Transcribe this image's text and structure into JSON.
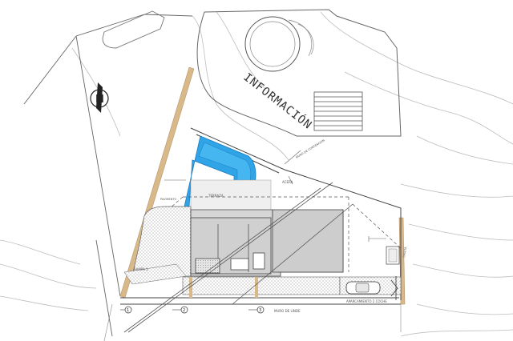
{
  "plan": {
    "information_label": "INFORMACIÓN",
    "north_symbol": "N",
    "compass_icon": "north-arrow-icon",
    "colors": {
      "pool_fill": "#2fa4e7",
      "pool_edge": "#1e7bc0",
      "building_fill": "#d2d2d2",
      "hatch": "#b8b8b8",
      "sand": "#d9b98a",
      "line": "#444444"
    },
    "small_labels": {
      "terraza": "TERRAZA",
      "rampa": "RAMPA 1",
      "aparcamiento": "APARCAMIENTO 2 COCHE",
      "muro": "MURO DE LINDE",
      "caseta": "CASETA",
      "muro_contencion": "MURO DE CONTENCION",
      "acera": "ACERA",
      "pavimento": "PAVIMENTO"
    },
    "markers": [
      "1",
      "2",
      "3"
    ]
  }
}
